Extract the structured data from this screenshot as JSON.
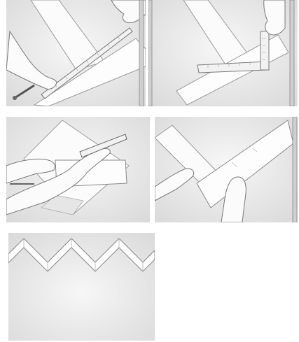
{
  "figure": {
    "panels": [
      {
        "scene": "positioning-board-with-straightedge"
      },
      {
        "scene": "marking-angle-with-square"
      },
      {
        "scene": "cutting-board-at-angle"
      },
      {
        "scene": "aligning-angled-pieces"
      },
      {
        "scene": "zigzag-border-result"
      }
    ]
  },
  "colors": {
    "background": "#ffffff",
    "panel_light": "#f7f7f7",
    "panel_shade": "#d9d9d9",
    "line": "#8a8a8a",
    "dark_line": "#555555"
  }
}
